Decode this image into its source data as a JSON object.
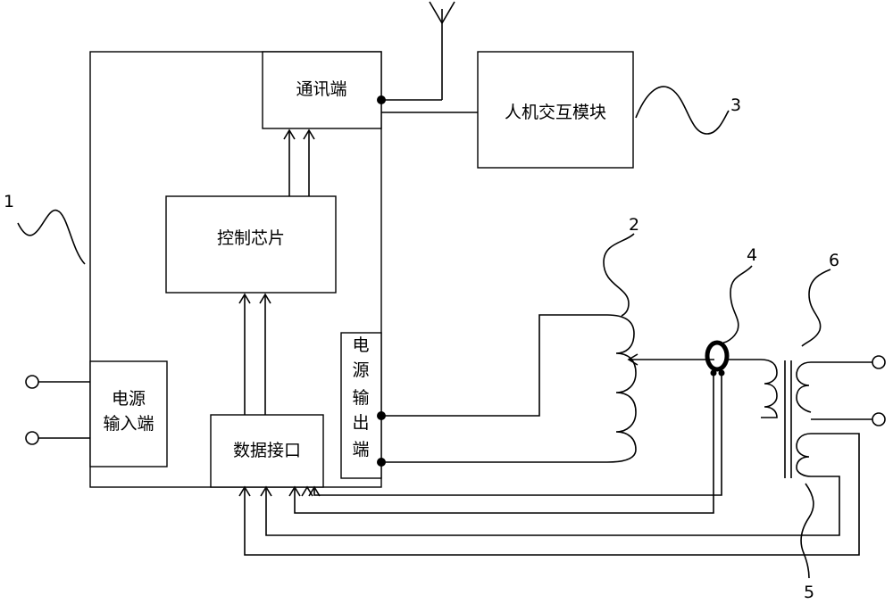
{
  "labels": {
    "comm_port": "通讯端",
    "control_chip": "控制芯片",
    "hmi_module": "人机交互模块",
    "power_input": [
      "电源",
      "输入端"
    ],
    "power_output": [
      "电",
      "源",
      "输",
      "出",
      "端"
    ],
    "data_interface": "数据接口"
  },
  "numbers": {
    "n1": "1",
    "n2": "2",
    "n3": "3",
    "n4": "4",
    "n5": "5",
    "n6": "6"
  }
}
